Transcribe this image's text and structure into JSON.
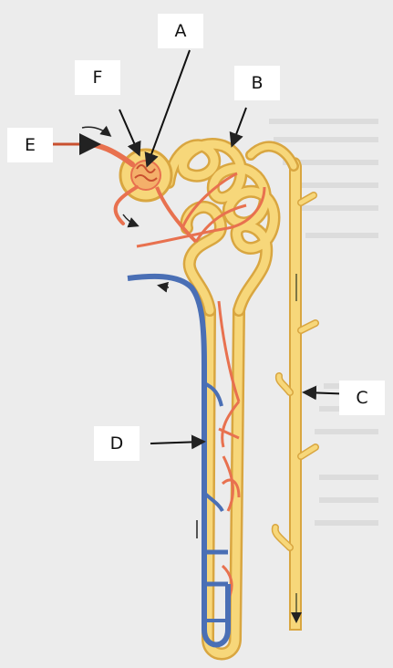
{
  "labels": {
    "a": "A",
    "b": "B",
    "c": "C",
    "d": "D",
    "e": "E",
    "f": "F"
  },
  "colors": {
    "tubule_fill": "#f7d77a",
    "tubule_edge": "#d9a640",
    "artery": "#e8714f",
    "vein": "#4a6fb5",
    "paper": "#ececec"
  }
}
